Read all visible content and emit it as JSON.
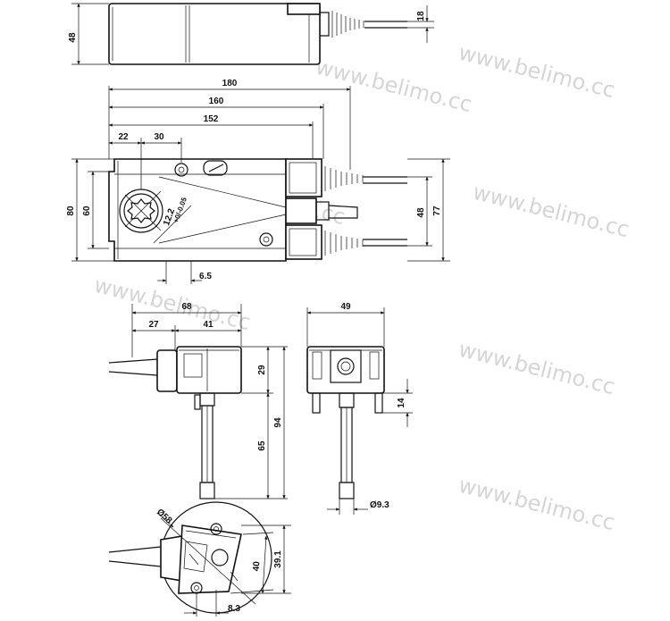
{
  "watermark": "www.belimo.cc",
  "top_view": {
    "height": "48",
    "cable_dia": "18"
  },
  "front_view": {
    "len_180": "180",
    "len_160": "160",
    "len_152": "152",
    "off_22": "22",
    "off_30": "30",
    "h_80": "80",
    "h_60": "60",
    "h_48": "48",
    "h_77": "77",
    "shaft": "12.2",
    "shaft_tol": "+0/-0.05",
    "small": "6.5"
  },
  "side_view": {
    "w_68": "68",
    "w_27": "27",
    "w_41": "41",
    "h_29": "29",
    "h_65": "65",
    "h_94": "94"
  },
  "end_view": {
    "w_49": "49",
    "h_14": "14",
    "dia": "Ø9.3"
  },
  "bottom_view": {
    "dia": "Ø58",
    "h_40": "40",
    "h_39": "39.1",
    "w_8": "8.3"
  }
}
